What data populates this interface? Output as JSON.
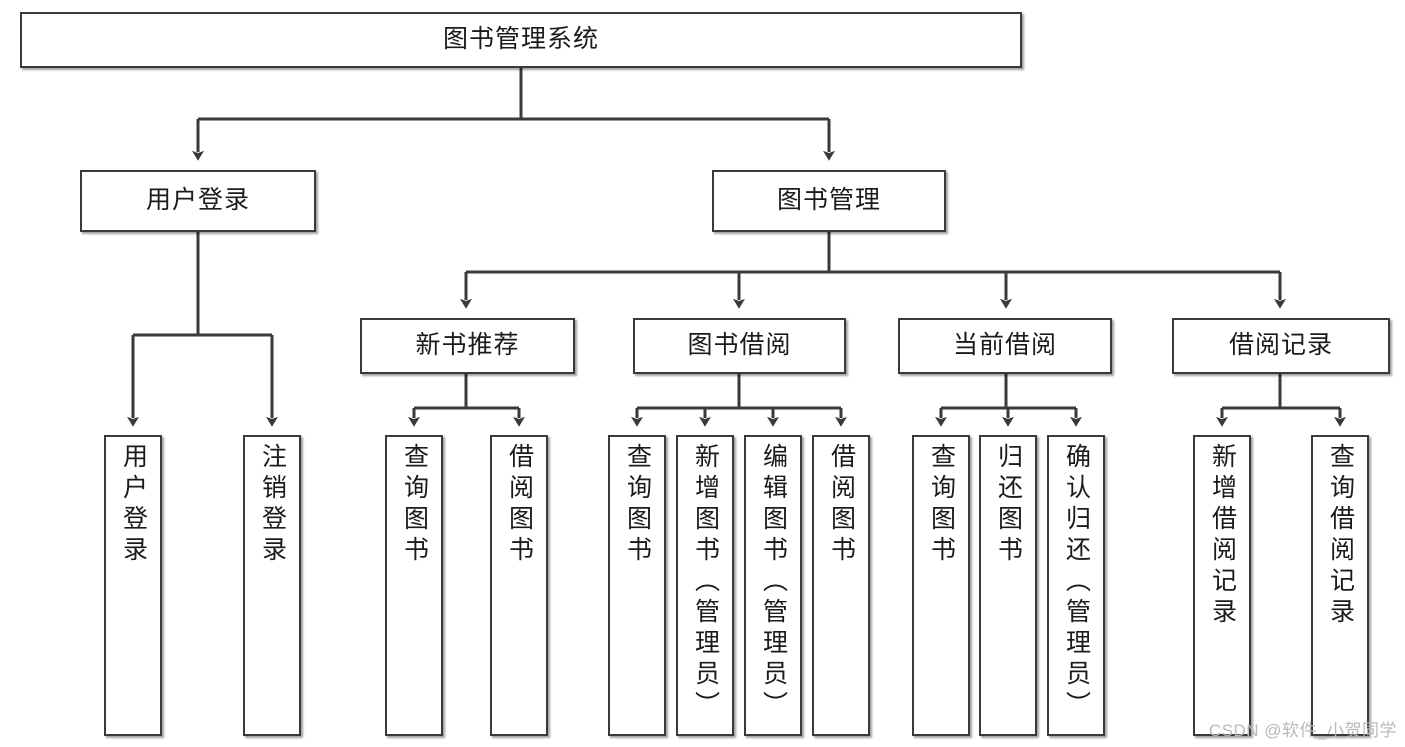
{
  "diagram": {
    "title": "图书管理系统",
    "watermark": "CSDN @软件_小贺同学",
    "colors": {
      "box_border": "#3a3a3a",
      "box_fill": "#ffffff",
      "edge": "#3a3a3a",
      "text": "#1b1b1b",
      "watermark": "#b9b9b9",
      "background": "#ffffff"
    },
    "nodes": {
      "root": {
        "label": "图书管理系统"
      },
      "level2": [
        {
          "label": "用户登录"
        },
        {
          "label": "图书管理"
        }
      ],
      "level3": [
        {
          "label": "新书推荐"
        },
        {
          "label": "图书借阅"
        },
        {
          "label": "当前借阅"
        },
        {
          "label": "借阅记录"
        }
      ],
      "leaves": {
        "user_login": [
          {
            "label": "用户登录"
          },
          {
            "label": "注销登录"
          }
        ],
        "new_book_recommend": [
          {
            "label": "查询图书"
          },
          {
            "label": "借阅图书"
          }
        ],
        "book_borrow": [
          {
            "label": "查询图书"
          },
          {
            "label": "新增图书（管理员）"
          },
          {
            "label": "编辑图书（管理员）"
          },
          {
            "label": "借阅图书"
          }
        ],
        "current_borrow": [
          {
            "label": "查询图书"
          },
          {
            "label": "归还图书"
          },
          {
            "label": "确认归还（管理员）"
          }
        ],
        "borrow_record": [
          {
            "label": "新增借阅记录"
          },
          {
            "label": "查询借阅记录"
          }
        ]
      }
    }
  }
}
